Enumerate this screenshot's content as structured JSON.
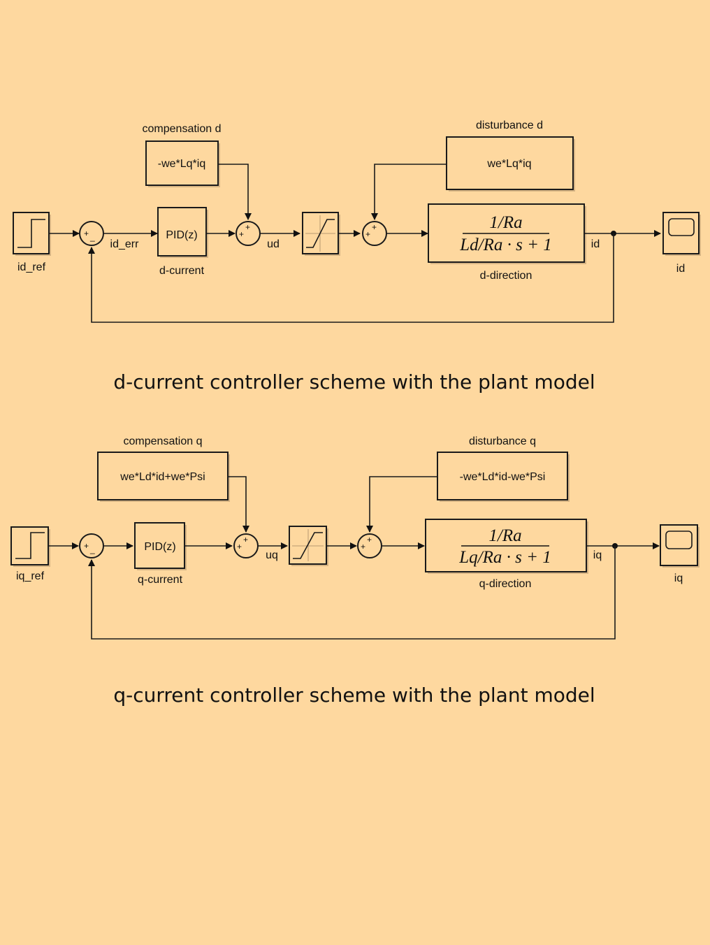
{
  "background_color": "#fed89f",
  "diagrams": [
    {
      "id": "d",
      "step_label": "id_ref",
      "error_label": "id_err",
      "controller_text": "PID(z)",
      "controller_label": "d-current",
      "compensation_title": "compensation d",
      "compensation_expr": "-we*Lq*iq",
      "output_label_u": "ud",
      "disturbance_title": "disturbance d",
      "disturbance_expr": "we*Lq*iq",
      "plant_num": "1/Ra",
      "plant_den": "Ld/Ra · s + 1",
      "plant_label": "d-direction",
      "signal_out": "id",
      "scope_label": "id",
      "sum1_signs": [
        "+",
        "_"
      ],
      "sum2_signs": [
        "+",
        "+"
      ],
      "sum3_signs": [
        "+",
        "+"
      ],
      "caption": "d-current controller scheme with the plant model"
    },
    {
      "id": "q",
      "step_label": "iq_ref",
      "error_label": "",
      "controller_text": "PID(z)",
      "controller_label": "q-current",
      "compensation_title": "compensation q",
      "compensation_expr": "we*Ld*id+we*Psi",
      "output_label_u": "uq",
      "disturbance_title": "disturbance q",
      "disturbance_expr": "-we*Ld*id-we*Psi",
      "plant_num": "1/Ra",
      "plant_den": "Lq/Ra · s + 1",
      "plant_label": "q-direction",
      "signal_out": "iq",
      "scope_label": "iq",
      "sum1_signs": [
        "+",
        "_"
      ],
      "sum2_signs": [
        "+",
        "+"
      ],
      "sum3_signs": [
        "+",
        "+"
      ],
      "caption": "q-current controller scheme with the plant model"
    }
  ]
}
